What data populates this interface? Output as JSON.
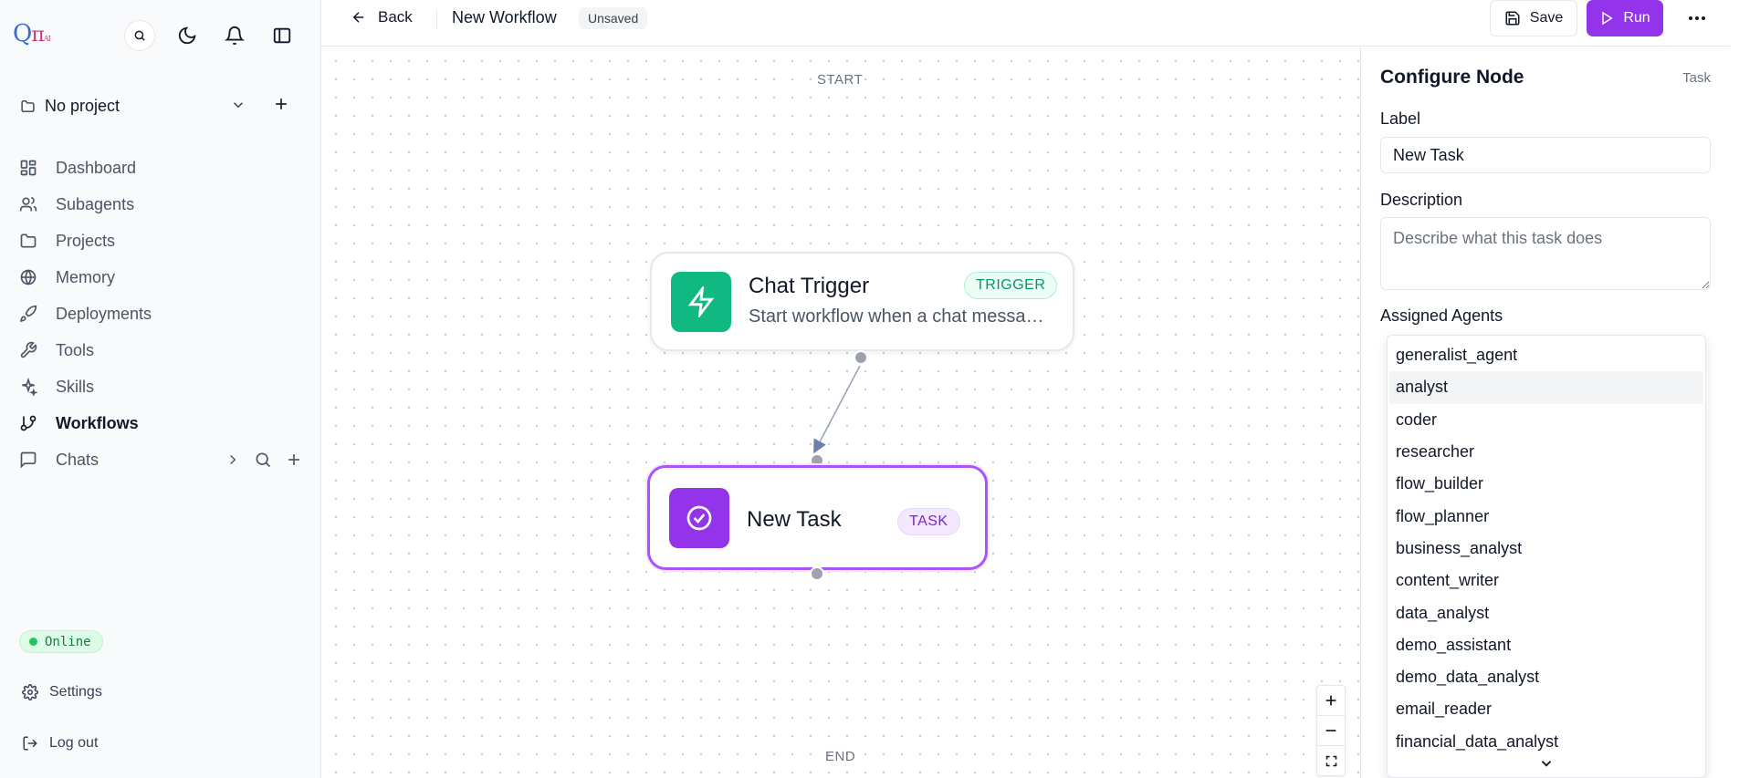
{
  "sidebar": {
    "logo_main": "Q",
    "logo_pi": "π",
    "logo_sub": "AI",
    "project_selector": {
      "label": "No project"
    },
    "nav_items": [
      {
        "label": "Dashboard",
        "icon": "dashboard-icon",
        "active": false
      },
      {
        "label": "Subagents",
        "icon": "users-icon",
        "active": false
      },
      {
        "label": "Projects",
        "icon": "folder-icon",
        "active": false
      },
      {
        "label": "Memory",
        "icon": "globe-icon",
        "active": false
      },
      {
        "label": "Deployments",
        "icon": "rocket-icon",
        "active": false
      },
      {
        "label": "Tools",
        "icon": "wrench-icon",
        "active": false
      },
      {
        "label": "Skills",
        "icon": "sparkles-icon",
        "active": false
      },
      {
        "label": "Workflows",
        "icon": "git-branch-icon",
        "active": true
      },
      {
        "label": "Chats",
        "icon": "chat-icon",
        "active": false
      }
    ],
    "status": "Online",
    "settings_label": "Settings",
    "logout_label": "Log out"
  },
  "topbar": {
    "back_label": "Back",
    "workflow_title": "New Workflow",
    "unsaved_badge": "Unsaved",
    "save_label": "Save",
    "run_label": "Run"
  },
  "canvas": {
    "start_label": "START",
    "end_label": "END",
    "nodes": [
      {
        "title": "Chat Trigger",
        "description": "Start workflow when a chat message is received",
        "tag": "TRIGGER",
        "color": "#10b981"
      },
      {
        "title": "New Task",
        "tag": "TASK",
        "color": "#9333ea"
      }
    ]
  },
  "config_panel": {
    "title": "Configure Node",
    "node_type": "Task",
    "label_field": {
      "label": "Label",
      "value": "New Task"
    },
    "description_field": {
      "label": "Description",
      "placeholder": "Describe what this task does"
    },
    "agents_field": {
      "label": "Assigned Agents"
    },
    "agent_options": [
      "generalist_agent",
      "analyst",
      "coder",
      "researcher",
      "flow_builder",
      "flow_planner",
      "business_analyst",
      "content_writer",
      "data_analyst",
      "demo_assistant",
      "demo_data_analyst",
      "email_reader",
      "financial_data_analyst"
    ],
    "highlighted_option": "analyst"
  },
  "colors": {
    "accent": "#9333ea",
    "trigger": "#10b981",
    "online": "#22c55e"
  }
}
